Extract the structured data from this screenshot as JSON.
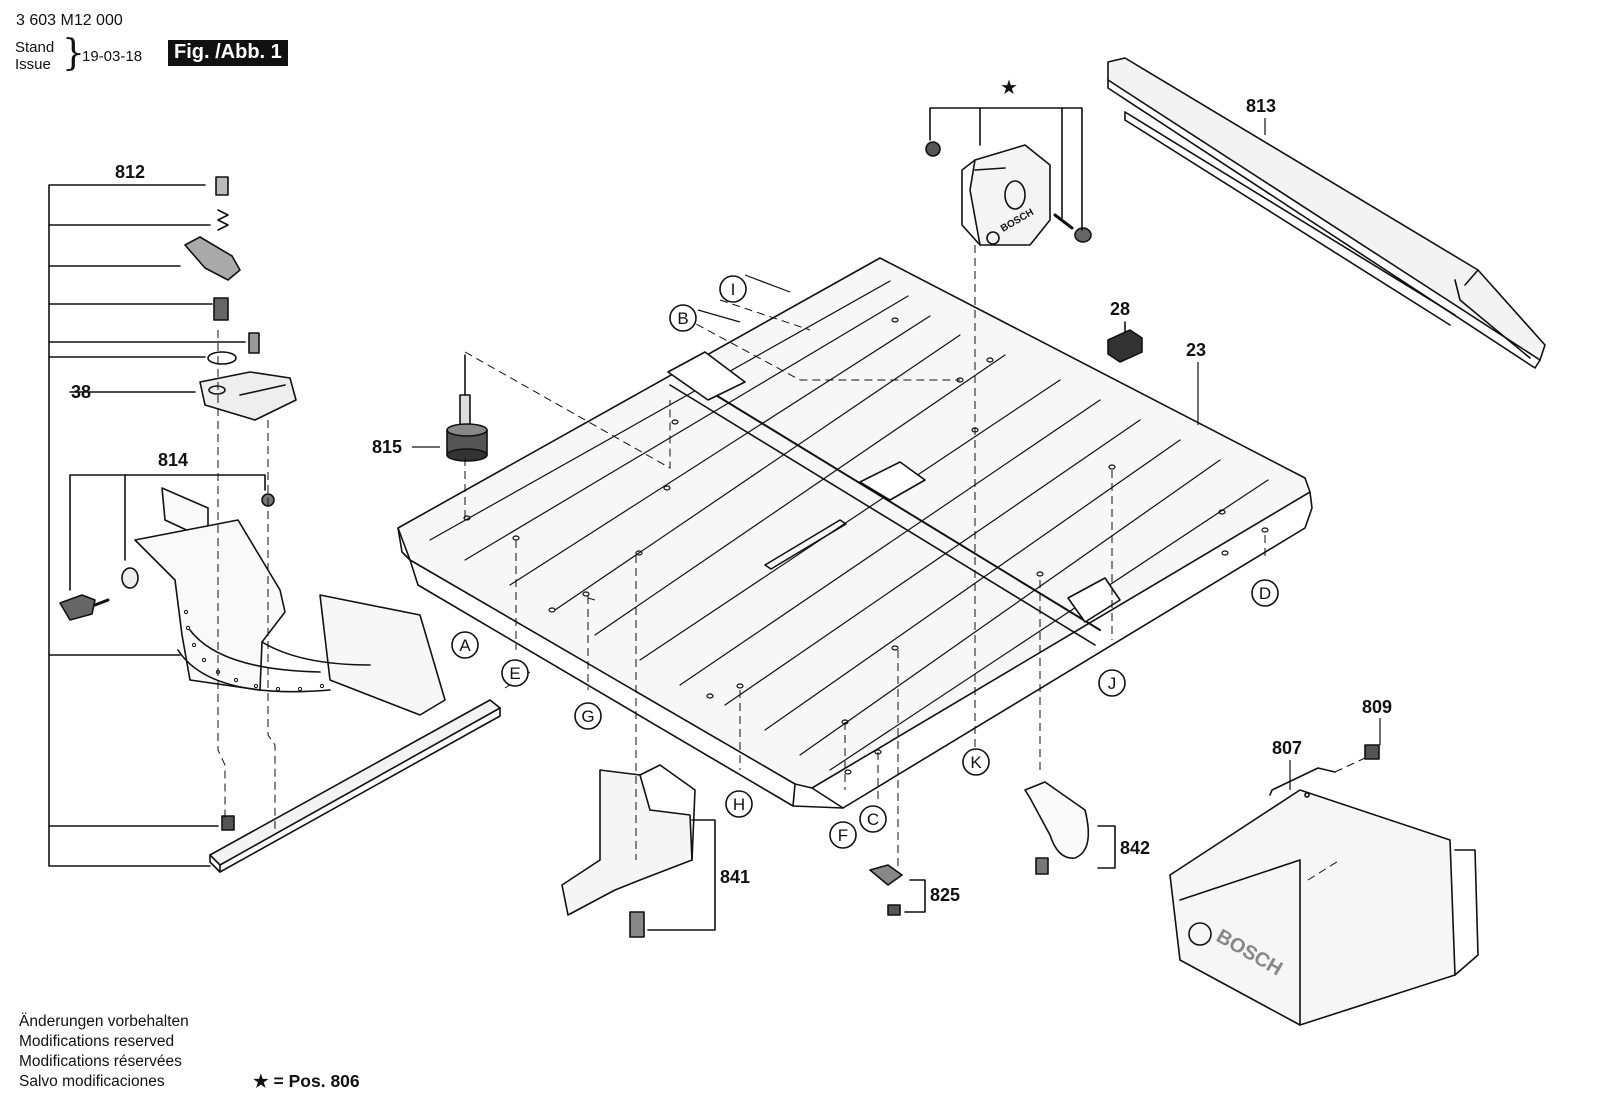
{
  "header": {
    "doc_number": "3 603 M12 000",
    "stand_label": "Stand",
    "issue_label": "Issue",
    "date": "19-03-18",
    "figure_label": "Fig. /Abb. 1"
  },
  "footer": {
    "notes": [
      "Änderungen vorbehalten",
      "Modifications reserved",
      "Modifications réservées",
      "Salvo modificaciones"
    ],
    "star_note": "★ = Pos. 806"
  },
  "part_numbers": {
    "p812": "812",
    "p38": "38",
    "p814": "814",
    "p815": "815",
    "p813": "813",
    "p28": "28",
    "p23": "23",
    "p809": "809",
    "p807": "807",
    "p841": "841",
    "p842": "842",
    "p825": "825",
    "star": "★"
  },
  "callout_letters": {
    "A": "A",
    "B": "B",
    "C": "C",
    "D": "D",
    "E": "E",
    "F": "F",
    "G": "G",
    "H": "H",
    "I": "I",
    "J": "J",
    "K": "K"
  },
  "brand": "BOSCH"
}
